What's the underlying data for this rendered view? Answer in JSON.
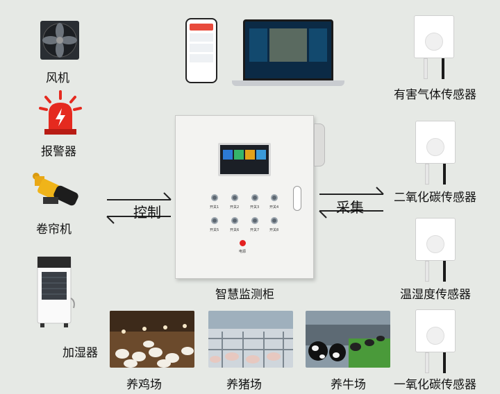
{
  "left_devices": {
    "fan": "风机",
    "alarm": "报警器",
    "curtain": "卷帘机",
    "humidifier": "加湿器"
  },
  "center": {
    "cabinet": "智慧监测柜",
    "control": "控制",
    "collect": "采集",
    "switches": [
      "开关1",
      "开关2",
      "开关3",
      "开关4",
      "开关5",
      "开关6",
      "开关7",
      "开关8"
    ],
    "power": "电源"
  },
  "sensors": {
    "harmful_gas": "有害气体传感器",
    "co2": "二氧化碳传感器",
    "temp_humidity": "温湿度传感器",
    "co": "一氧化碳传感器"
  },
  "farms": {
    "chicken": "养鸡场",
    "pig": "养猪场",
    "cattle": "养牛场"
  }
}
